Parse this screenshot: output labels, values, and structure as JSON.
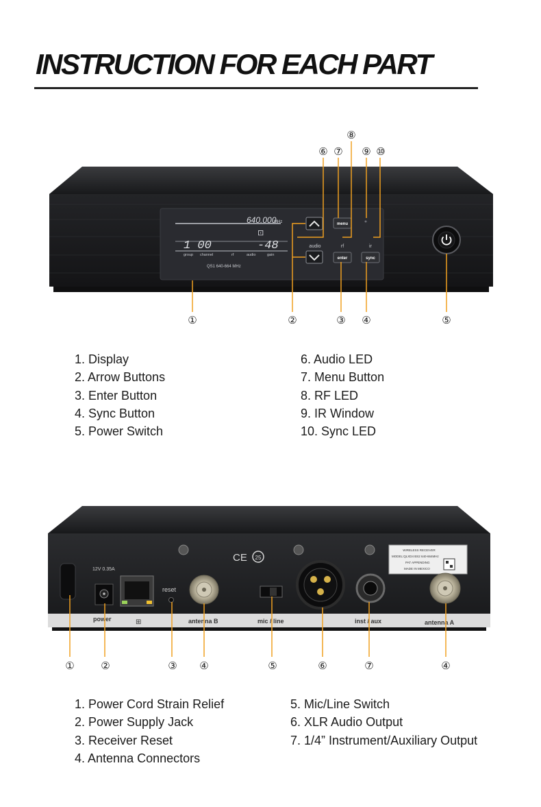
{
  "header": {
    "title": "INSTRUCTION FOR EACH PART"
  },
  "front": {
    "display": {
      "frequency": "640.000",
      "frequency_unit": "MHz",
      "channel_value": "1  00",
      "level_value": "-48",
      "labels": [
        "group",
        "channel",
        "rf",
        "audio",
        "gain"
      ],
      "band": "QS1 640-664 MHz"
    },
    "panel_labels": {
      "audio": "audio",
      "rf": "rf",
      "ir": "ir",
      "menu": "menu",
      "enter": "enter",
      "sync": "sync"
    },
    "callouts": [
      "①",
      "②",
      "③",
      "④",
      "⑤",
      "⑥",
      "⑦",
      "⑧",
      "⑨",
      "⑩"
    ],
    "legend_left": [
      "1. Display",
      "2. Arrow Buttons",
      "3. Enter Button",
      "4. Sync Button",
      "5. Power Switch"
    ],
    "legend_right": [
      "6. Audio LED",
      "7. Menu Button",
      "8. RF LED",
      "9. IR Window",
      "10. Sync LED"
    ]
  },
  "back": {
    "port_labels": {
      "power": "power",
      "voltage": "12V 0.35A",
      "reset": "reset",
      "antenna_b": "antenna B",
      "mic_line": "mic / line",
      "inst_aux": "inst / aux",
      "antenna_a": "antenna A"
    },
    "sticker": [
      "WIRELESS RECEIVER",
      "MODEL:QLXD4 BS2   640-664MHz",
      "PAT APPENDING",
      "MADE IN MEXICO"
    ],
    "marks": [
      "CE",
      "25"
    ],
    "callouts": [
      "①",
      "②",
      "③",
      "④",
      "⑤",
      "⑥",
      "⑦",
      "④"
    ],
    "legend_left": [
      "1. Power Cord Strain Relief",
      "2. Power Supply Jack",
      "3. Receiver Reset",
      "4. Antenna Connectors"
    ],
    "legend_right": [
      "5. Mic/Line Switch",
      "6. XLR Audio Output",
      "7. 1/4” Instrument/Auxiliary Output"
    ]
  },
  "colors": {
    "callout_line": "#f0a020",
    "body": "#1c1c1e",
    "display": "#2a2b30"
  }
}
